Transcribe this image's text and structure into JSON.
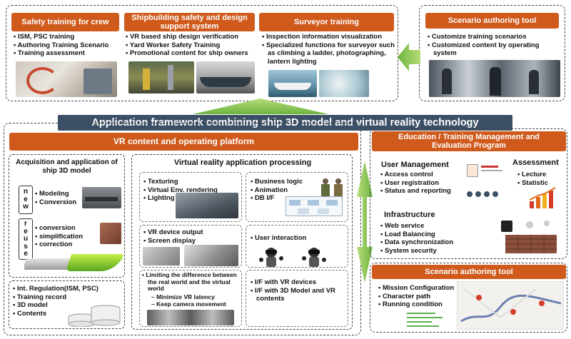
{
  "top_boxes": [
    {
      "title": "Safety training for crew",
      "items": [
        "ISM, PSC training",
        "Authoring Training Scenario",
        "Training assessment"
      ]
    },
    {
      "title": "Shipbuilding safety and design support system",
      "items": [
        "VR based ship design verification",
        "Yard Worker Safety Training",
        "Promotional content for ship owners"
      ]
    },
    {
      "title": "Surveyor training",
      "items": [
        "Inspection information visualization",
        "Specialized functions for surveyor such as climbing a ladder, photographing, lantern lighting"
      ]
    },
    {
      "title": "Scenario authoring tool",
      "items": [
        "Customize training scenarios",
        "Customized content by operating system"
      ]
    }
  ],
  "framework_title": "Application framework combining ship 3D model and virtual reality technology",
  "vr_platform": {
    "title": "VR content and operating platform",
    "acquisition": {
      "title": "Acquisition and application of ship 3D model",
      "new_letters": [
        "n",
        "e",
        "w"
      ],
      "new_items": [
        "Modeling",
        "Conversion"
      ],
      "reuse_letters": [
        "r",
        "e",
        "u",
        "s",
        "e"
      ],
      "reuse_items": [
        "conversion",
        "simplification",
        "correction"
      ]
    },
    "records": [
      "Int. Regulation(ISM, PSC)",
      "Training record",
      "3D model",
      "Contents"
    ],
    "processing": {
      "title": "Virtual reality application processing",
      "rendering": [
        "Texturing",
        "Virtual Env. rendering",
        "Lighting"
      ],
      "logic": [
        "Business logic",
        "Animation",
        "DB I/F"
      ],
      "device": [
        "VR device output",
        "Screen display"
      ],
      "interaction": [
        "User interaction"
      ],
      "limit_items": [
        "Limiting the difference between the real world and the virtual world"
      ],
      "limit_sub": [
        "Minimize VR latency",
        "Keep camera movement"
      ],
      "interfaces": [
        "I/F with VR devices",
        "I/F with 3D Model and VR contents"
      ]
    }
  },
  "education": {
    "title": "Education / Training Management and Evaluation Program",
    "user_mgmt_title": "User Management",
    "user_mgmt_items": [
      "Access control",
      "User registration",
      "Status and reporting"
    ],
    "assessment_title": "Assessment",
    "assessment_items": [
      "Lecture",
      "Statistic"
    ],
    "infra_title": "Infrastructure",
    "infra_items": [
      "Web service",
      "Load Balancing",
      "Data synchronization",
      "System security"
    ]
  },
  "scenario_tool": {
    "title": "Scenario authoring tool",
    "items": [
      "Mission Configuration",
      "Character path",
      "Running condition"
    ]
  },
  "colors": {
    "orange": "#cf5a1c",
    "navy": "#3b4f66",
    "arrow_green": "#8cc63f"
  }
}
